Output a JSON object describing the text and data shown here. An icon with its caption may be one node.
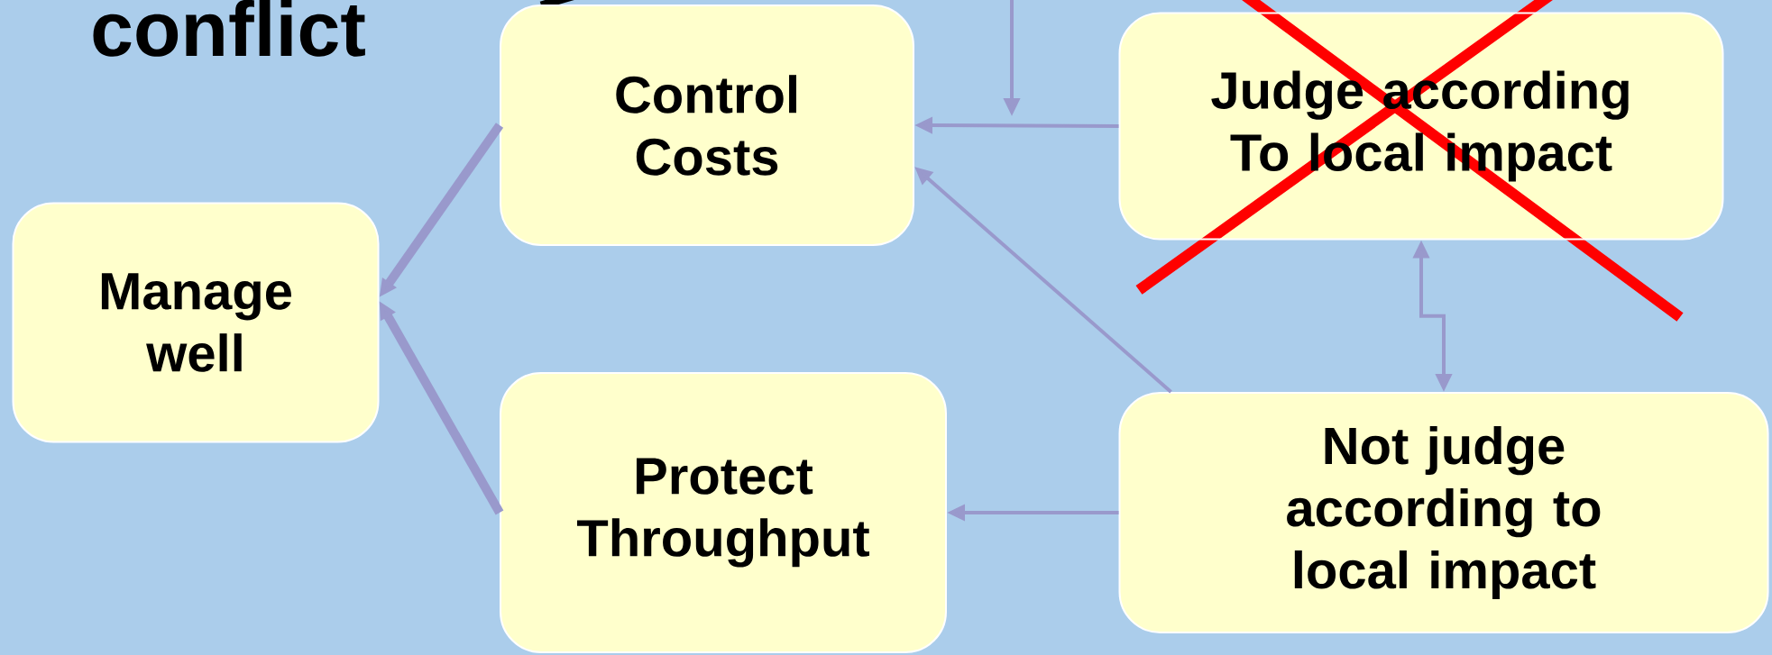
{
  "diagram": {
    "nodes": [
      {
        "text": [
          "Manage well"
        ]
      },
      {
        "text": [
          "Control Costs"
        ]
      },
      {
        "text": [
          "Judge according To local impact"
        ]
      },
      {
        "text": [
          "Protect Throughput"
        ]
      },
      {
        "text": [
          "Not judge according to local impact"
        ]
      }
    ],
    "edges": [
      {
        "from": 1,
        "to": 0,
        "arrow": "to",
        "style": "thick"
      },
      {
        "from": 3,
        "to": 0,
        "arrow": "to",
        "style": "thick"
      },
      {
        "from": 2,
        "to": 1,
        "arrow": "to"
      },
      {
        "from": 4,
        "to": 1,
        "arrow": "to"
      },
      {
        "from": 4,
        "to": 3,
        "arrow": "to"
      },
      {
        "from": 2,
        "to": 4,
        "arrow": "both"
      }
    ],
    "labels": [
      "conflict"
    ]
  }
}
